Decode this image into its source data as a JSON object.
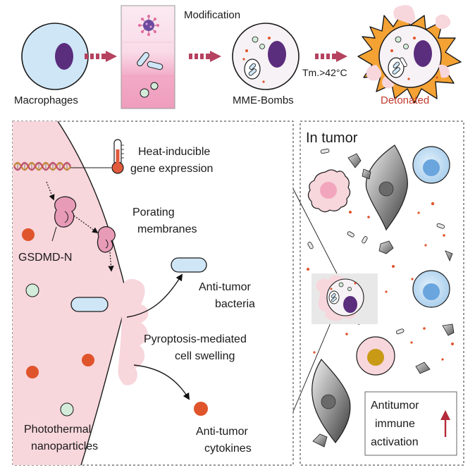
{
  "top": {
    "macrophages_label": "Macrophages",
    "modification_label": "Modification",
    "mme_bombs_label": "MME-Bombs",
    "condition_label": "Tm.>42°C",
    "detonated_label": "Detonated"
  },
  "left_panel": {
    "heat_line1": "Heat-inducible",
    "heat_line2": "gene expression",
    "porating_line1": "Porating",
    "porating_line2": "membranes",
    "gsdmd_label": "GSDMD-N",
    "bacteria_line1": "Anti-tumor",
    "bacteria_line2": "bacteria",
    "pyro_line1": "Pyroptosis-mediated",
    "pyro_line2": "cell swelling",
    "photo_line1": "Photothermal",
    "photo_line2": "nanoparticles",
    "cyto_line1": "Anti-tumor",
    "cyto_line2": "cytokines"
  },
  "right_panel": {
    "title": "In tumor",
    "immune_line1": "Antitumor",
    "immune_line2": "immune",
    "immune_line3": "activation"
  },
  "colors": {
    "macrophage_blue": "#cfe6f7",
    "nucleus_purple": "#5b2d7d",
    "cell_pink": "#f7d6dc",
    "arrow_red": "#c0506e",
    "nanoparticle_red": "#e0542c",
    "nanoparticle_green": "#d3ecd9",
    "detonated_red": "#c0392b",
    "burst_orange": "#f4a233"
  }
}
